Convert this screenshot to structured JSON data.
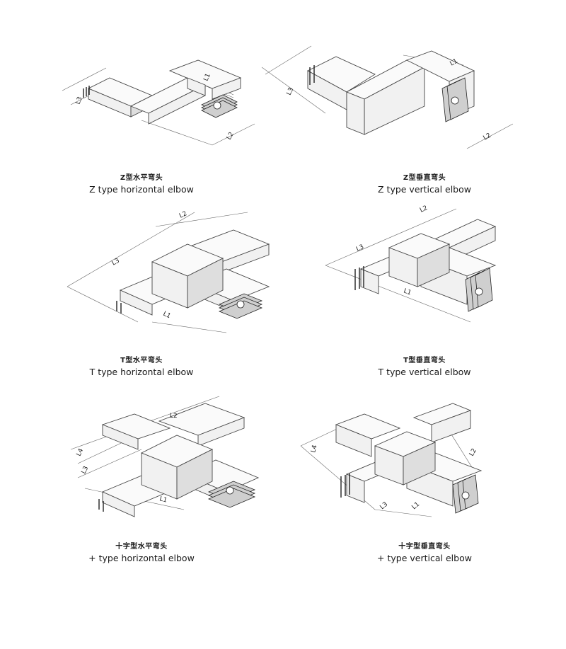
{
  "panels": [
    {
      "cn": "Z型水平弯头",
      "en": "Z type horizontal elbow",
      "dims": [
        "L1",
        "L2",
        "L3"
      ]
    },
    {
      "cn": "Z型垂直弯头",
      "en": "Z type vertical elbow",
      "dims": [
        "L1",
        "L2",
        "L3"
      ]
    },
    {
      "cn": "T型水平弯头",
      "en": "T type horizontal elbow",
      "dims": [
        "L1",
        "L2",
        "L3"
      ]
    },
    {
      "cn": "T型垂直弯头",
      "en": "T type vertical elbow",
      "dims": [
        "L1",
        "L2",
        "L3"
      ]
    },
    {
      "cn": "十字型水平弯头",
      "en": "+ type horizontal elbow",
      "dims": [
        "L1",
        "L2",
        "L3",
        "L4"
      ]
    },
    {
      "cn": "十字型垂直弯头",
      "en": "+ type vertical elbow",
      "dims": [
        "L1",
        "L2",
        "L3",
        "L4"
      ]
    }
  ]
}
